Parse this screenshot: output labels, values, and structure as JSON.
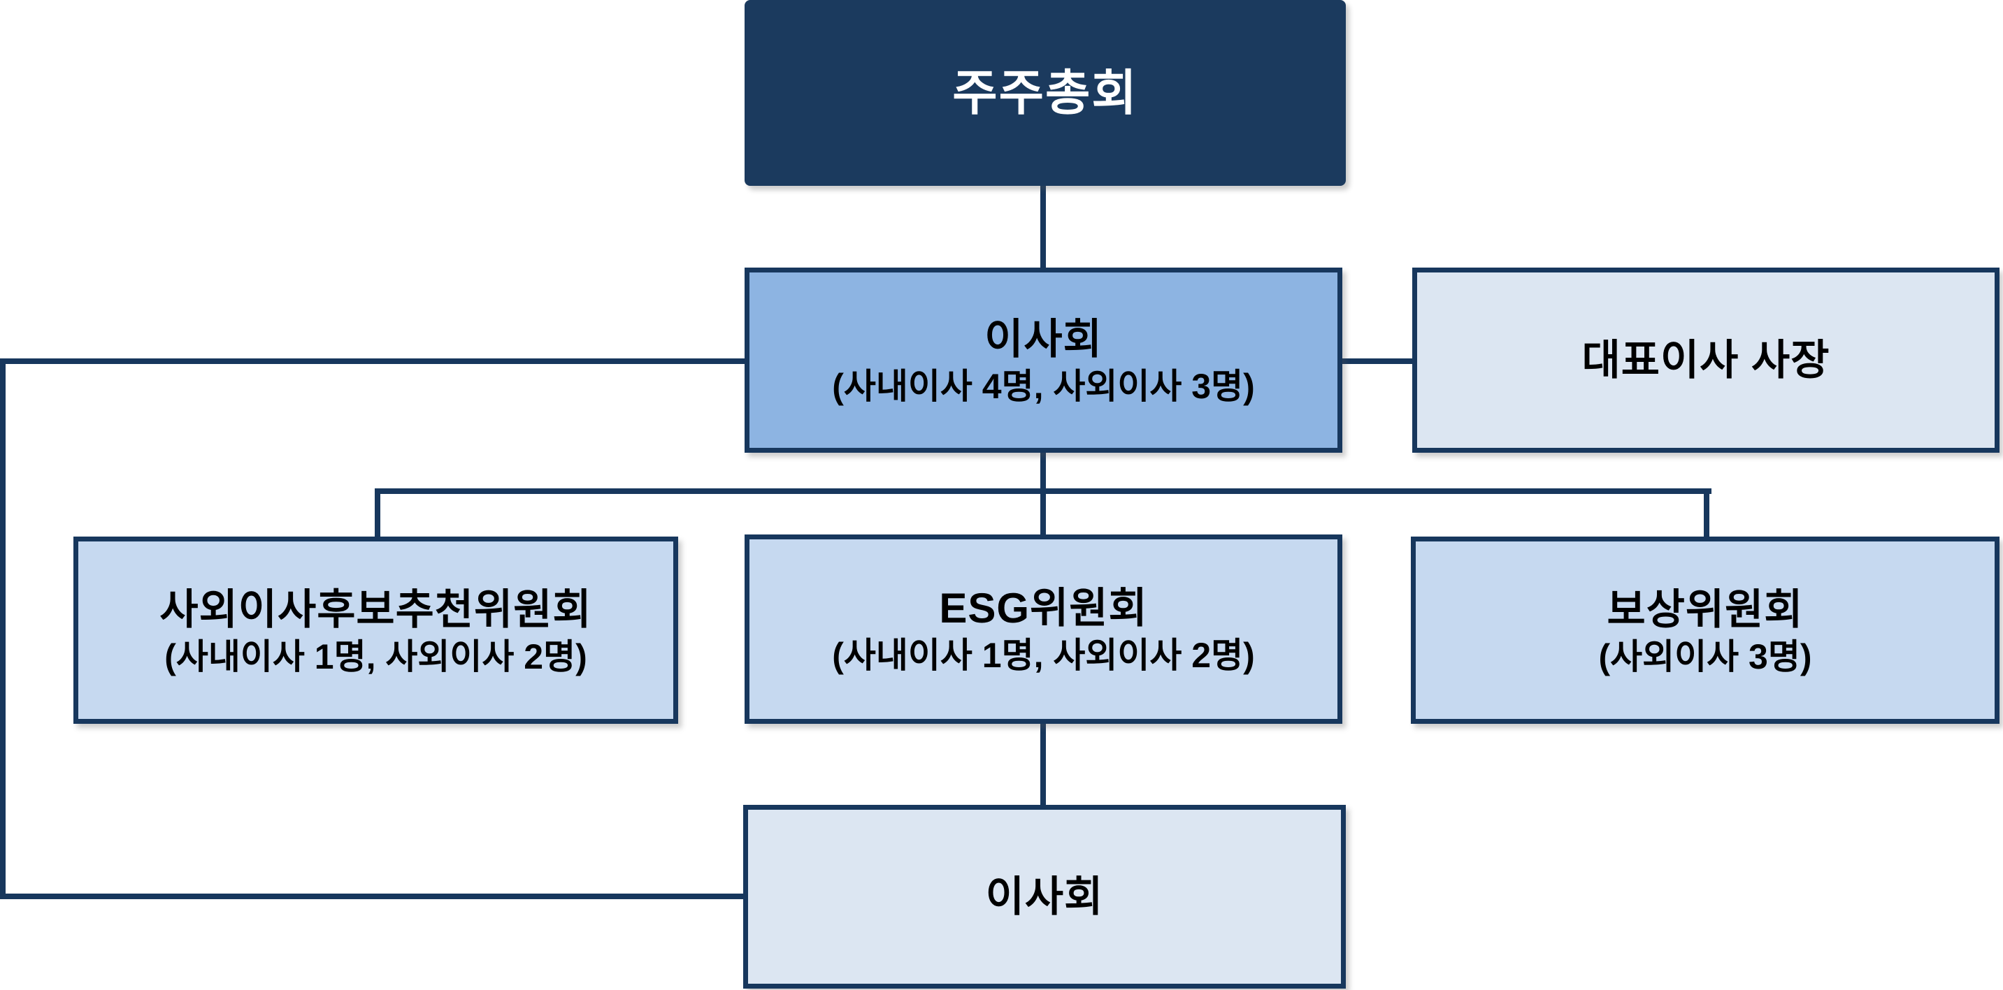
{
  "diagram": {
    "type": "org-chart",
    "shareholders": {
      "label": "주주총회"
    },
    "board": {
      "label": "이사회",
      "sublabel": "(사내이사 4명, 사외이사 3명)"
    },
    "ceo": {
      "label": "대표이사 사장"
    },
    "committees": [
      {
        "label": "사외이사후보추천위원회",
        "sublabel": "(사내이사 1명, 사외이사 2명)"
      },
      {
        "label": "ESG위원회",
        "sublabel": "(사내이사 1명, 사외이사 2명)"
      },
      {
        "label": "보상위원회",
        "sublabel": "(사외이사 3명)"
      }
    ],
    "board_lower": {
      "label": "이사회"
    },
    "colors": {
      "dark_navy_fill": "#1B3A5E",
      "border_line": "#17375D",
      "board_fill": "#8DB4E2",
      "committee_fill": "#C6D9F0",
      "light_fill": "#DCE6F2",
      "text_dark": "#000000",
      "text_light": "#FFFFFF"
    }
  }
}
